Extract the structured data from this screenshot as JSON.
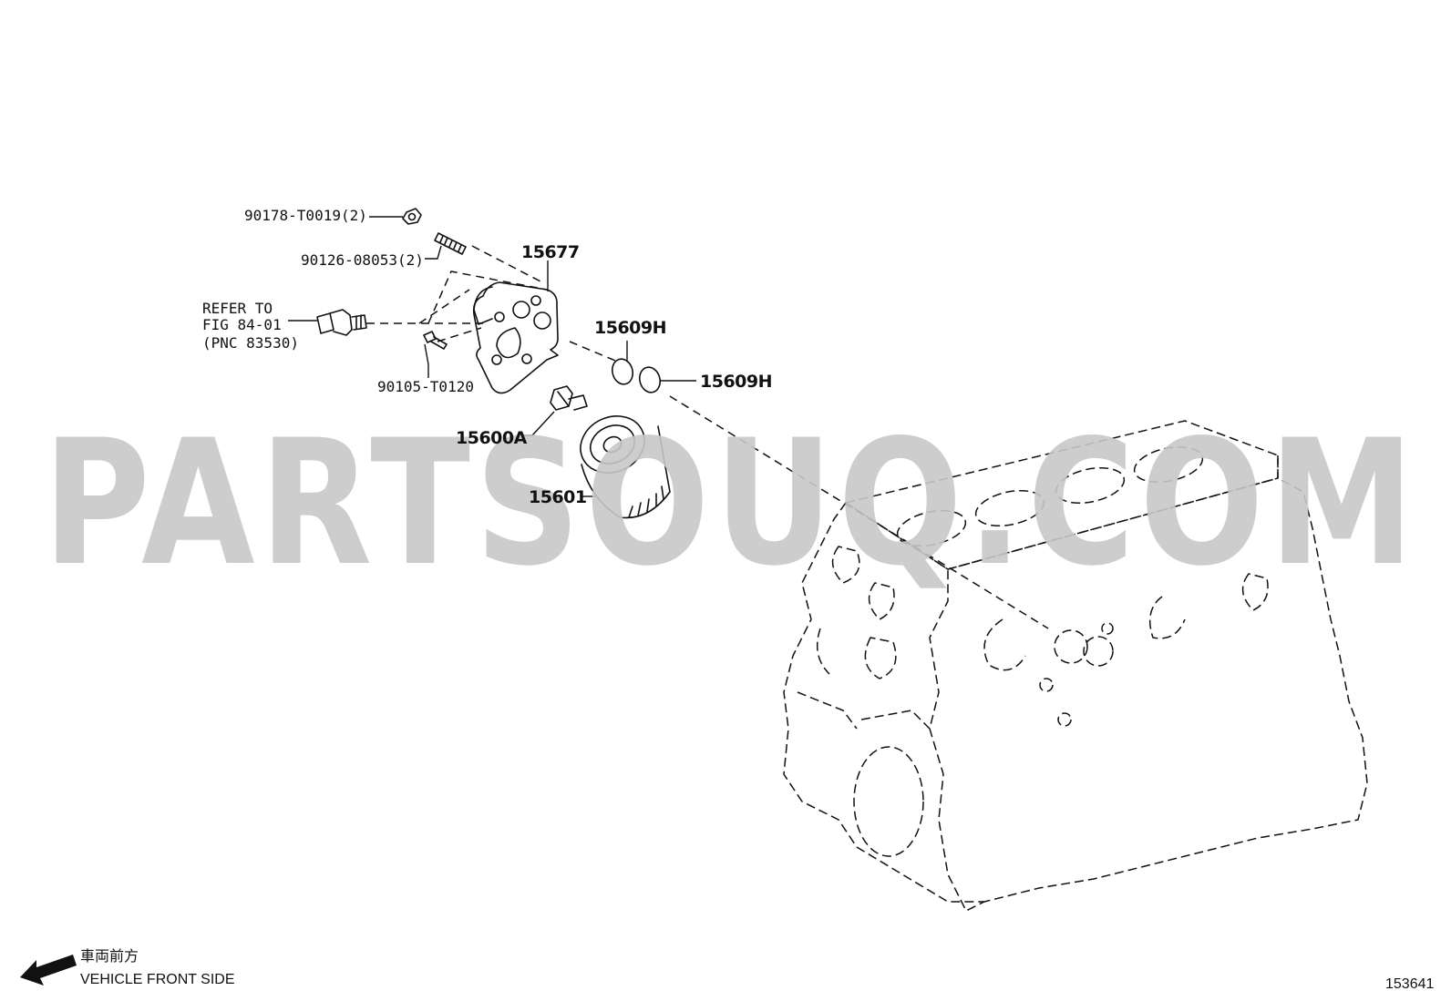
{
  "watermark": "PARTSOUQ.COM",
  "labels": {
    "nut": "90178-T0019(2)",
    "stud": "90126-08053(2)",
    "bracket": "15677",
    "refer_line1": "REFER TO",
    "refer_line2": "FIG 84-01",
    "refer_line3": "(PNC 83530)",
    "bolt": "90105-T0120",
    "oring_upper": "15609H",
    "oring_lower": "15609H",
    "union": "15600A",
    "filter": "15601"
  },
  "footer": {
    "japanese": "車両前方",
    "vehicle_front": "VEHICLE FRONT SIDE",
    "figure_number": "153641"
  }
}
